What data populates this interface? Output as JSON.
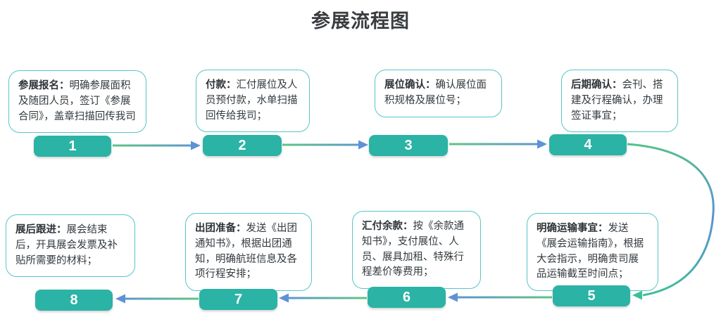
{
  "title": "参展流程图",
  "colors": {
    "bar_teal": "#2bb3a5",
    "box_border_teal": "#57c5c7",
    "arrow_green": "#5fc581",
    "arrow_blue": "#5e92d6",
    "curve_end_teal": "#3fbf97",
    "title_text": "#3a3d40",
    "number_text": "#ffffff"
  },
  "steps": [
    {
      "number": "1",
      "label": "参展报名：",
      "description": "明确参展面积及随团人员，签订《参展合同》，盖章扫描回传我司"
    },
    {
      "number": "2",
      "label": "付款：",
      "description": "汇付展位及人员预付款，水单扫描回传给我司；"
    },
    {
      "number": "3",
      "label": "展位确认：",
      "description": "确认展位面积规格及展位号；"
    },
    {
      "number": "4",
      "label": "后期确认：",
      "description": "会刊、搭建及行程确认，办理签证事宜；"
    },
    {
      "number": "5",
      "label": "明确运输事宜：",
      "description": "发送《展会运输指南》，根据大会指示，明确贵司展品运输截至时间点；"
    },
    {
      "number": "6",
      "label": "汇付余款：",
      "description": "按《余款通知书》，支付展位、人员、展具加租、特殊行程差价等费用；"
    },
    {
      "number": "7",
      "label": "出团准备：",
      "description": "发送《出团通知书》，根据出团通知，明确航班信息及各项行程安排；"
    },
    {
      "number": "8",
      "label": "展后跟进：",
      "description": "展会结束后，开具展会发票及补贴所需要的材料；"
    }
  ]
}
